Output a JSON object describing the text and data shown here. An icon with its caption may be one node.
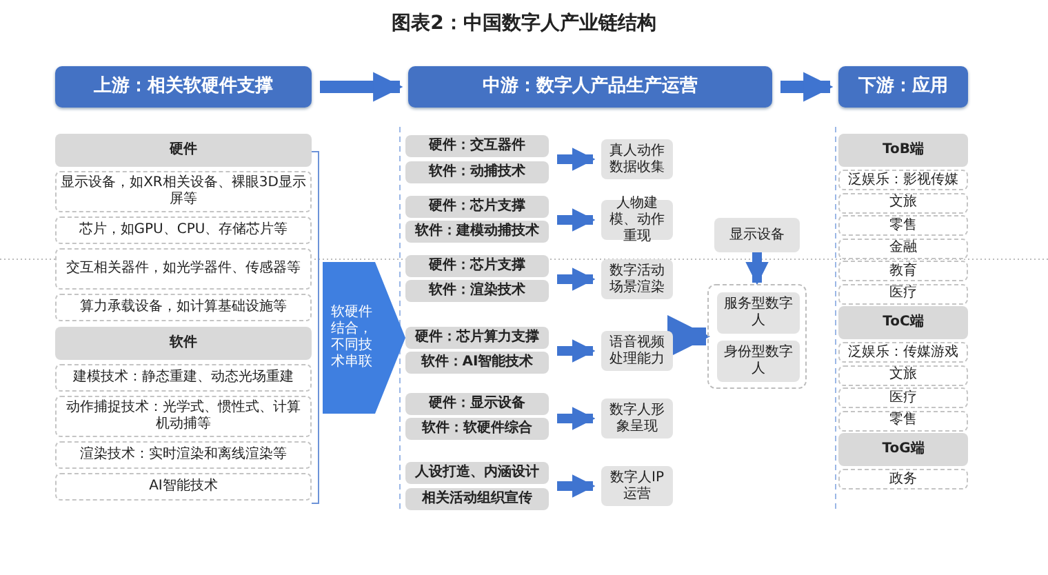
{
  "diagram": {
    "title": "图表2：中国数字人产业链结构",
    "nodes": [
      {
        "text": [
          "上游：相关软硬件支撑"
        ]
      },
      {
        "text": [
          "中游：数字人产品生产运营"
        ]
      },
      {
        "text": [
          "下游：应用"
        ]
      },
      {
        "text": [
          "硬件"
        ]
      },
      {
        "text": [
          "显示设备，如XR相关设备、裸眼3D显示屏等"
        ]
      },
      {
        "text": [
          "芯片，如GPU、CPU、存储芯片等"
        ]
      },
      {
        "text": [
          "交互相关器件，如光学器件、传感器等"
        ]
      },
      {
        "text": [
          "算力承载设备，如计算基础设施等"
        ]
      },
      {
        "text": [
          "软件"
        ]
      },
      {
        "text": [
          "建模技术：静态重建、动态光场重建"
        ]
      },
      {
        "text": [
          "动作捕捉技术：光学式、惯性式、计算机动捕等"
        ]
      },
      {
        "text": [
          "渲染技术：实时渲染和离线渲染等"
        ]
      },
      {
        "text": [
          "AI智能技术"
        ]
      },
      {
        "text": [
          "软硬件结合，不同技术串联"
        ]
      },
      {
        "text": [
          "硬件：交互器件"
        ]
      },
      {
        "text": [
          "软件：动捕技术"
        ]
      },
      {
        "text": [
          "硬件：芯片支撑"
        ]
      },
      {
        "text": [
          "软件：建模动捕技术"
        ]
      },
      {
        "text": [
          "硬件：芯片支撑"
        ]
      },
      {
        "text": [
          "软件：渲染技术"
        ]
      },
      {
        "text": [
          "硬件：芯片算力支撑"
        ]
      },
      {
        "text": [
          "软件：AI智能技术"
        ]
      },
      {
        "text": [
          "硬件：显示设备"
        ]
      },
      {
        "text": [
          "软件：软硬件综合"
        ]
      },
      {
        "text": [
          "人设打造、内涵设计"
        ]
      },
      {
        "text": [
          "相关活动组织宣传"
        ]
      },
      {
        "text": [
          "真人动作数据收集"
        ]
      },
      {
        "text": [
          "人物建模、动作重现"
        ]
      },
      {
        "text": [
          "数字活动场景渲染"
        ]
      },
      {
        "text": [
          "语音视频处理能力"
        ]
      },
      {
        "text": [
          "数字人形象呈现"
        ]
      },
      {
        "text": [
          "数字人IP运营"
        ]
      },
      {
        "text": [
          "显示设备"
        ]
      },
      {
        "text": [],
        "shape": "box"
      },
      {
        "text": [
          "服务型数字人"
        ],
        "in": 33
      },
      {
        "text": [
          "身份型数字人"
        ],
        "in": 33
      },
      {
        "text": [
          "ToB端"
        ]
      },
      {
        "text": [
          "泛娱乐：影视传媒"
        ]
      },
      {
        "text": [
          "文旅"
        ]
      },
      {
        "text": [
          "零售"
        ]
      },
      {
        "text": [
          "金融"
        ]
      },
      {
        "text": [
          "教育"
        ]
      },
      {
        "text": [
          "医疗"
        ]
      },
      {
        "text": [
          "ToC端"
        ]
      },
      {
        "text": [
          "泛娱乐：传媒游戏"
        ]
      },
      {
        "text": [
          "文旅"
        ]
      },
      {
        "text": [
          "医疗"
        ]
      },
      {
        "text": [
          "零售"
        ]
      },
      {
        "text": [
          "ToG端"
        ]
      },
      {
        "text": [
          "政务"
        ]
      }
    ],
    "edges": [
      {
        "from": 0,
        "to": 1,
        "arrow": "to"
      },
      {
        "from": 1,
        "to": 2,
        "arrow": "to"
      },
      {
        "from": 14,
        "to": 26,
        "arrow": "to"
      },
      {
        "from": 16,
        "to": 27,
        "arrow": "to"
      },
      {
        "from": 18,
        "to": 28,
        "arrow": "to"
      },
      {
        "from": 20,
        "to": 29,
        "arrow": "to"
      },
      {
        "from": 22,
        "to": 30,
        "arrow": "to"
      },
      {
        "from": 24,
        "to": 31,
        "arrow": "to"
      },
      {
        "from": 29,
        "to": 33,
        "arrow": "to",
        "style": "thick"
      },
      {
        "from": 32,
        "to": 33,
        "arrow": "to"
      }
    ]
  }
}
